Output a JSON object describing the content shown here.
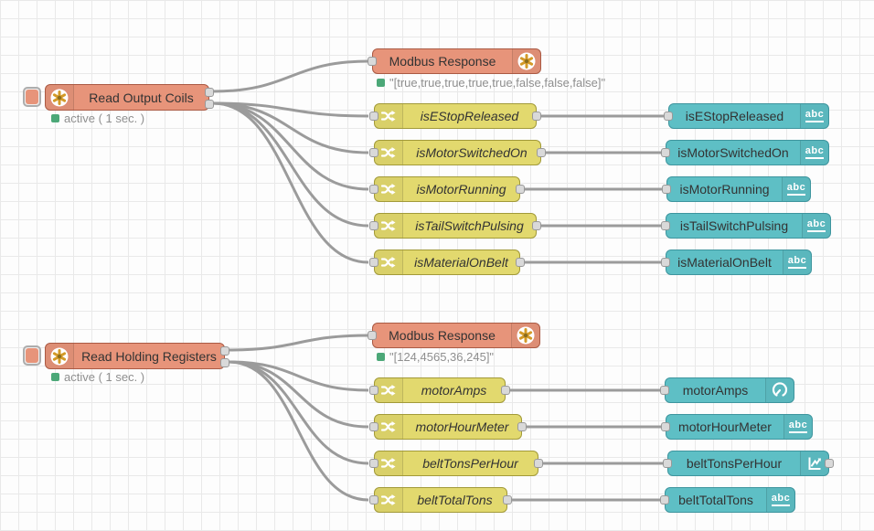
{
  "editor": {
    "grid_color": "#e9e9e9",
    "wire_color": "#9b9b9b",
    "status_dot_color": "#4ca878"
  },
  "colors": {
    "modbus_node": "#e7947a",
    "switch_node": "#e2d96e",
    "ui_node": "#5ebfc5"
  },
  "icons": {
    "text_icon": "abc"
  },
  "group1": {
    "reader": {
      "label": "Read Output Coils",
      "status": "active ( 1 sec. )"
    },
    "response": {
      "label": "Modbus Response",
      "status": "\"[true,true,true,true,true,false,false,false]\""
    },
    "rows": [
      {
        "switch": "isEStopReleased",
        "ui": "isEStopReleased",
        "ui_icon": "abc-icon"
      },
      {
        "switch": "isMotorSwitchedOn",
        "ui": "isMotorSwitchedOn",
        "ui_icon": "abc-icon"
      },
      {
        "switch": "isMotorRunning",
        "ui": "isMotorRunning",
        "ui_icon": "abc-icon"
      },
      {
        "switch": "isTailSwitchPulsing",
        "ui": "isTailSwitchPulsing",
        "ui_icon": "abc-icon"
      },
      {
        "switch": "isMaterialOnBelt",
        "ui": "isMaterialOnBelt",
        "ui_icon": "abc-icon"
      }
    ]
  },
  "group2": {
    "reader": {
      "label": "Read Holding Registers",
      "status": "active ( 1 sec. )"
    },
    "response": {
      "label": "Modbus Response",
      "status": "\"[124,4565,36,245]\""
    },
    "rows": [
      {
        "switch": "motorAmps",
        "ui": "motorAmps",
        "ui_icon": "gauge-icon"
      },
      {
        "switch": "motorHourMeter",
        "ui": "motorHourMeter",
        "ui_icon": "abc-icon"
      },
      {
        "switch": "beltTonsPerHour",
        "ui": "beltTonsPerHour",
        "ui_icon": "chart-icon"
      },
      {
        "switch": "beltTotalTons",
        "ui": "beltTotalTons",
        "ui_icon": "abc-icon"
      }
    ]
  }
}
